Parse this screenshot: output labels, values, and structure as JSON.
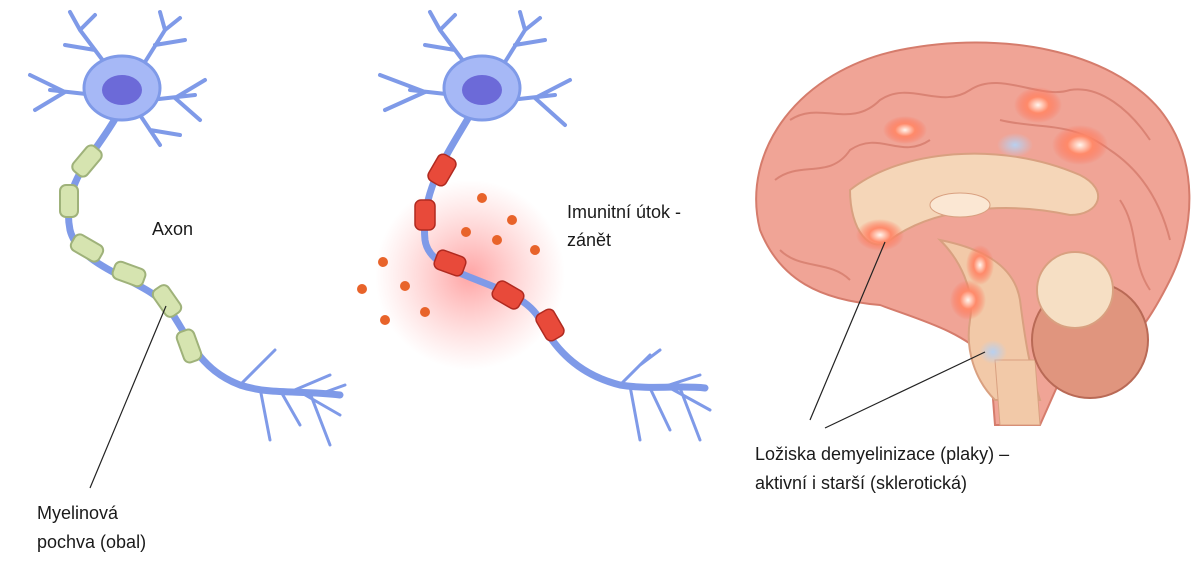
{
  "labels": {
    "axon": "Axon",
    "immune_attack_line1": "Imunitní útok -",
    "immune_attack_line2": "zánět",
    "myelin_line1": "Myelinová",
    "myelin_line2": "pochva (obal)",
    "plaques_line1": "Ložiska demyelinizace (plaky) –",
    "plaques_line2": "aktivní i starší (sklerotická)"
  },
  "colors": {
    "neuron": "#8fa8f0",
    "nucleus": "#6c6ad8",
    "myelin": "#d6e4b0",
    "inflammation": "#ff6b6b",
    "immune_cell": "#e8632a",
    "brain": "#f0a496",
    "lesion": "#ff5a3c"
  }
}
